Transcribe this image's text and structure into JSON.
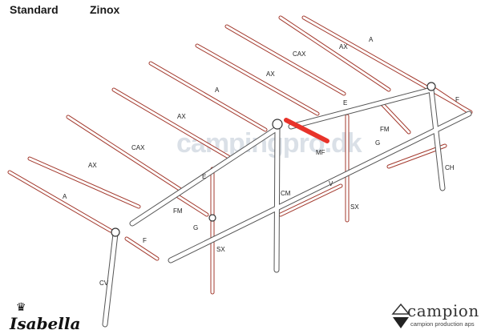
{
  "header": {
    "title_left": "Standard",
    "title_right": "Zinox"
  },
  "labels": {
    "a1": "A",
    "ax1": "AX",
    "cax1": "CAX",
    "ax2": "AX",
    "a2": "A",
    "ax3": "AX",
    "cax2": "CAX",
    "ax4": "AX",
    "a3": "A",
    "f_left": "F",
    "f_right": "F",
    "e_top": "E",
    "e_left": "E",
    "fm_right": "FM",
    "fm_left": "FM",
    "mf": "MF",
    "g_right": "G",
    "g_left": "G",
    "ch": "CH",
    "cm": "CM",
    "v": "V",
    "sx_right": "SX",
    "sx_left": "SX",
    "cv": "CV"
  },
  "watermark": "campingpro.dk",
  "brands": {
    "isabella": "Isabella",
    "campion": "campion",
    "campion_sub": "campion production aps"
  },
  "colors": {
    "red_tube": "#a33a2e",
    "grey_tube": "#555555",
    "highlight": "#e8332a"
  }
}
